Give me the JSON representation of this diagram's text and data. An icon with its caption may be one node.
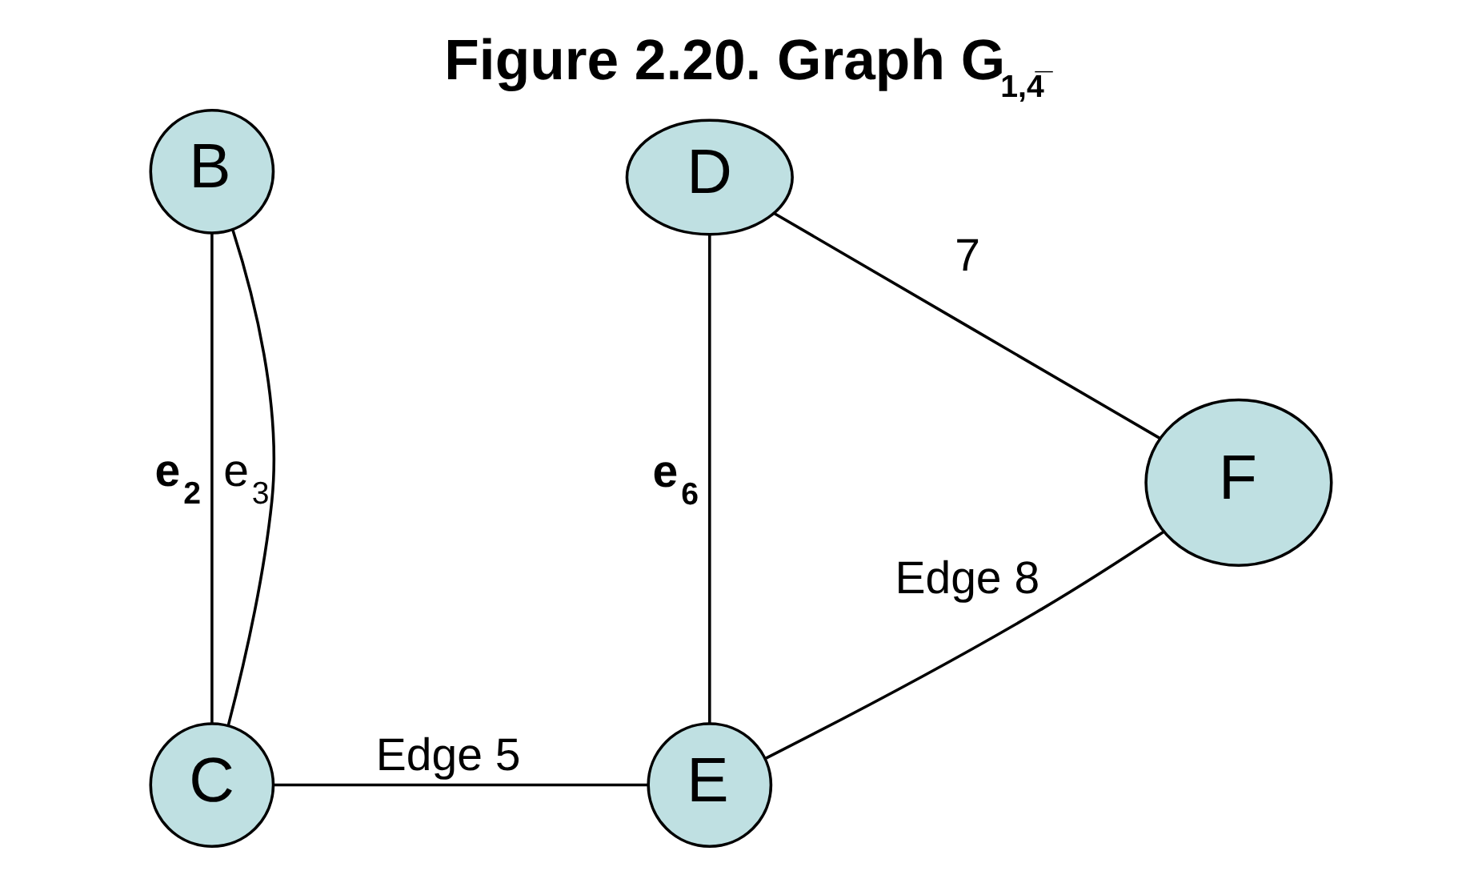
{
  "diagram": {
    "title": "Figure 2.20. Graph G$_{1,4̅}$",
    "nodes": [
      {
        "text": [
          "B"
        ]
      },
      {
        "text": [
          "D"
        ]
      },
      {
        "text": [
          "F"
        ]
      },
      {
        "text": [
          "C"
        ]
      },
      {
        "text": [
          "E"
        ]
      }
    ],
    "edges": [
      {
        "from": 0,
        "to": 3,
        "arrow": "none",
        "label": "e$_{2}$"
      },
      {
        "from": 0,
        "to": 3,
        "arrow": "none",
        "label": "e$_{3}$"
      },
      {
        "from": 1,
        "to": 2,
        "arrow": "none",
        "label": "7"
      },
      {
        "from": 1,
        "to": 4,
        "arrow": "none",
        "label": "e$_{6}$"
      },
      {
        "from": 3,
        "to": 4,
        "arrow": "none",
        "label": "Edge 5"
      },
      {
        "from": 4,
        "to": 2,
        "arrow": "none",
        "label": "Edge 8"
      }
    ]
  }
}
